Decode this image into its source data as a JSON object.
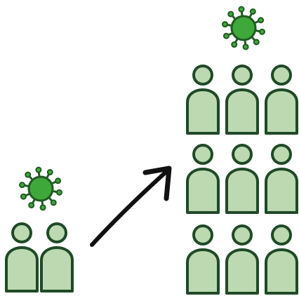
{
  "colors": {
    "person_fill": "#bcd9b2",
    "person_outline": "#1f4a26",
    "virus_fill": "#3fa83a",
    "virus_outline": "#1f5a22",
    "arrow": "#111111",
    "background": "#ffffff"
  },
  "icons": {
    "person": "person-icon",
    "virus": "virus-icon",
    "arrow": "arrow-up-right-icon"
  },
  "small_group": {
    "person_count": 2,
    "virus_count": 1
  },
  "large_group": {
    "rows": 3,
    "columns": 3,
    "person_count": 9,
    "virus_count": 1
  }
}
